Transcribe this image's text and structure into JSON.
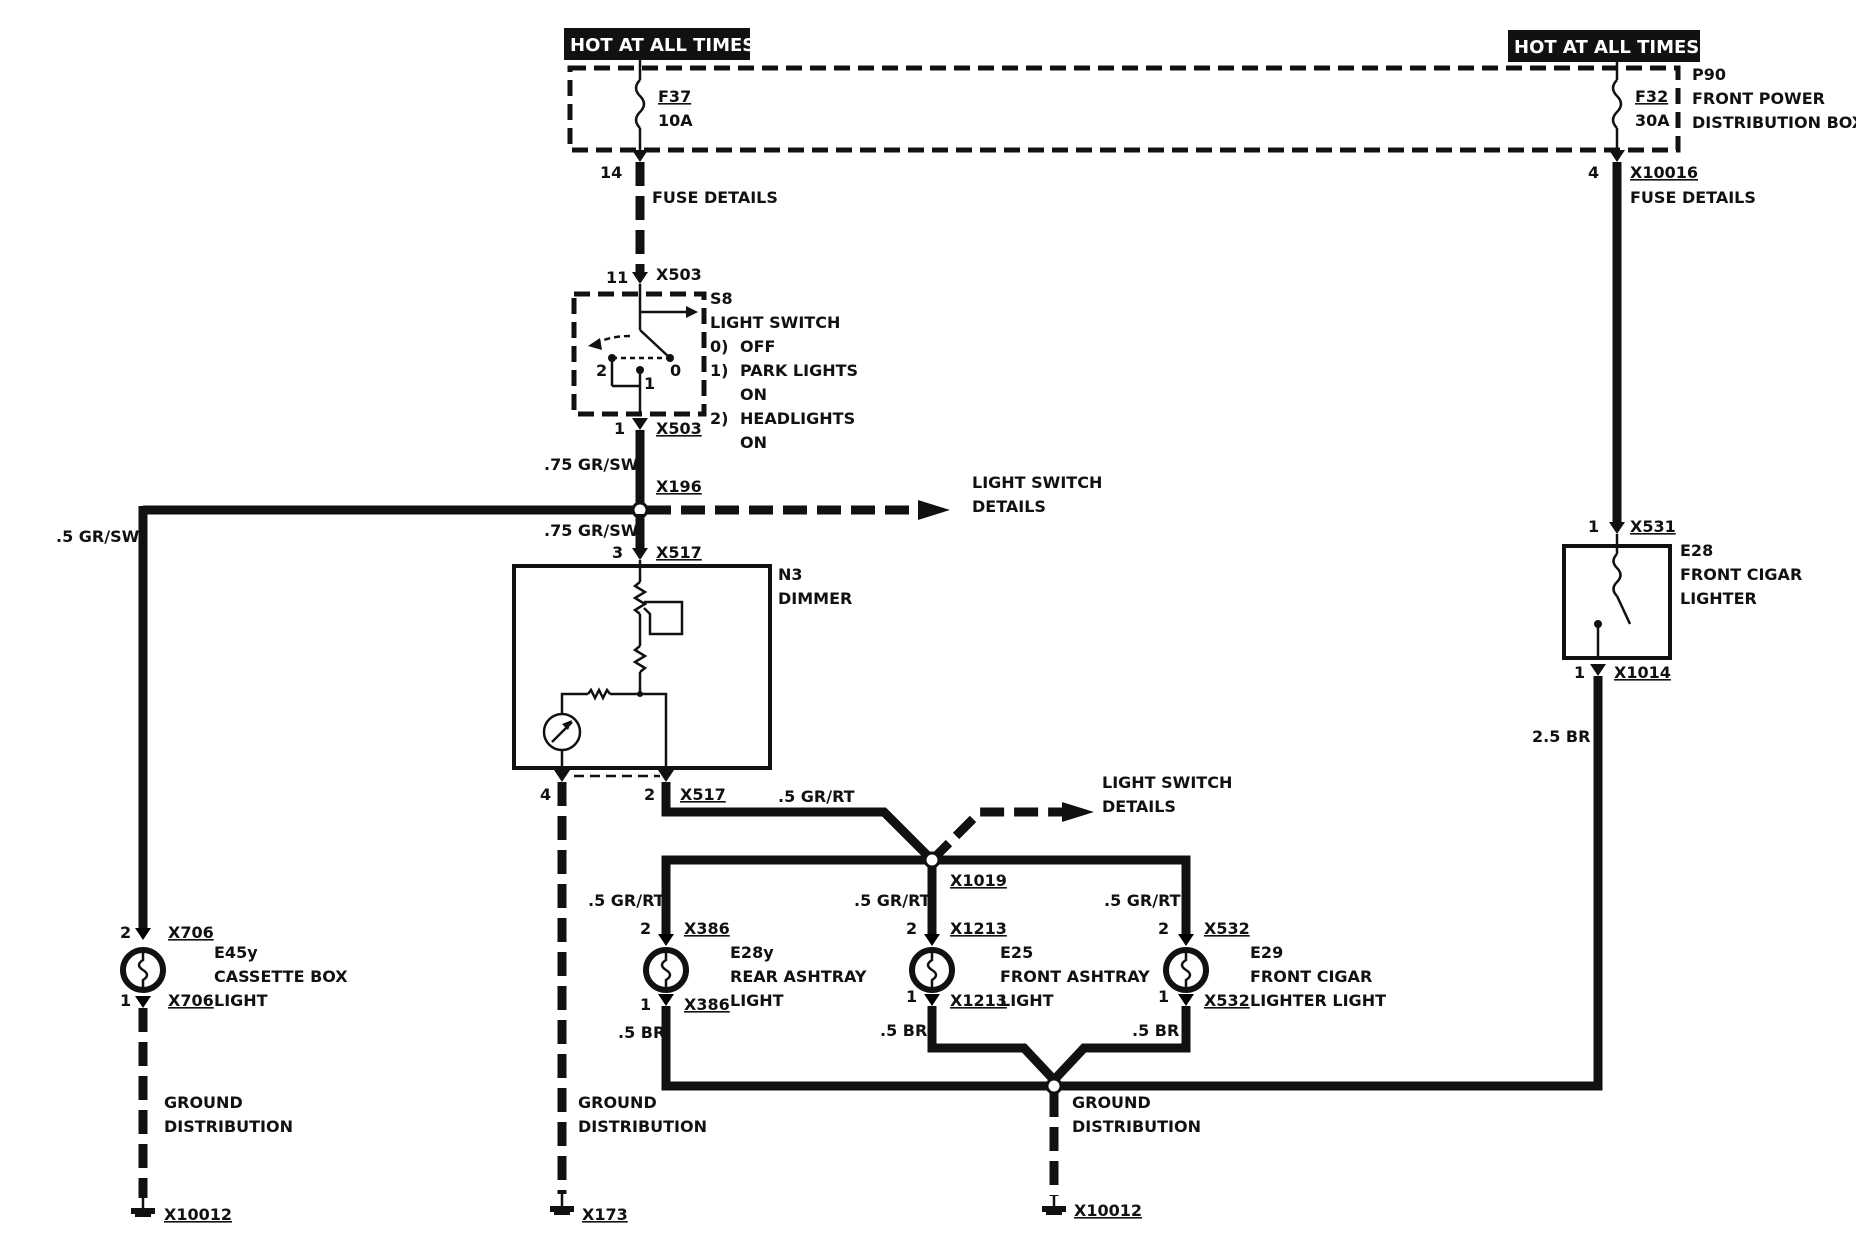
{
  "hot_labels": {
    "left": "HOT AT ALL TIMES",
    "right": "HOT AT ALL TIMES"
  },
  "fuse_box": {
    "id": "P90",
    "line1": "FRONT POWER",
    "line2": "DISTRIBUTION BOX"
  },
  "fuses": {
    "left": {
      "id": "F37",
      "rating": "10A",
      "pin": "14",
      "note": "FUSE DETAILS"
    },
    "right": {
      "id": "F32",
      "rating": "30A",
      "pin": "4",
      "connector": "X10016",
      "note": "FUSE DETAILS"
    }
  },
  "light_switch": {
    "id": "S8",
    "title": "LIGHT SWITCH",
    "pos0_num": "0)",
    "pos0": "OFF",
    "pos1_num": "1)",
    "pos1a": "PARK LIGHTS",
    "pos1b": "ON",
    "pos2_num": "2)",
    "pos2a": "HEADLIGHTS",
    "pos2b": "ON",
    "in_pin": "11",
    "in_conn": "X503",
    "out_pin": "1",
    "out_conn": "X503",
    "t2": "2",
    "t1": "1",
    "t0": "0"
  },
  "wires": {
    "gr_sw_75a": ".75 GR/SW",
    "gr_sw_75b": ".75 GR/SW",
    "gr_sw_5": ".5 GR/SW",
    "gr_rt_5": ".5 GR/RT",
    "br_25": "2.5 BR",
    "gr_rt_a": ".5 GR/RT",
    "gr_rt_b": ".5 GR/RT",
    "gr_rt_c": ".5 GR/RT",
    "br_a": ".5 BR",
    "br_b": ".5 BR",
    "br_c": ".5 BR"
  },
  "splices": {
    "x196": "X196",
    "x1019": "X1019"
  },
  "details": {
    "ls1a": "LIGHT SWITCH",
    "ls1b": "DETAILS",
    "ls2a": "LIGHT SWITCH",
    "ls2b": "DETAILS"
  },
  "dimmer": {
    "id": "N3",
    "name": "DIMMER",
    "in_pin": "3",
    "in_conn": "X517",
    "gnd_pin": "4",
    "out_pin": "2",
    "out_conn": "X517"
  },
  "cigar_lighter": {
    "id": "E28",
    "line1": "FRONT CIGAR",
    "line2": "LIGHTER",
    "in_pin": "1",
    "in_conn": "X531",
    "out_pin": "1",
    "out_conn": "X1014"
  },
  "lamps": {
    "cassette": {
      "id": "E45y",
      "line1": "CASSETTE BOX",
      "line2": "LIGHT",
      "pin_top": "2",
      "conn_top": "X706",
      "pin_bot": "1",
      "conn_bot": "X706"
    },
    "rear_ashtray": {
      "id": "E28y",
      "line1": "REAR ASHTRAY",
      "line2": "LIGHT",
      "pin_top": "2",
      "conn_top": "X386",
      "pin_bot": "1",
      "conn_bot": "X386"
    },
    "front_ashtray": {
      "id": "E25",
      "line1": "FRONT ASHTRAY",
      "line2": "LIGHT",
      "pin_top": "2",
      "conn_top": "X1213",
      "pin_bot": "1",
      "conn_bot": "X1213"
    },
    "cigar_light": {
      "id": "E29",
      "line1": "FRONT CIGAR",
      "line2": "LIGHTER LIGHT",
      "pin_top": "2",
      "conn_top": "X532",
      "pin_bot": "1",
      "conn_bot": "X532"
    }
  },
  "grounds": {
    "g1": {
      "line1": "GROUND",
      "line2": "DISTRIBUTION",
      "conn": "X10012"
    },
    "g2": {
      "line1": "GROUND",
      "line2": "DISTRIBUTION",
      "conn": "X173"
    },
    "g3": {
      "line1": "GROUND",
      "line2": "DISTRIBUTION",
      "conn": "X10012"
    }
  }
}
